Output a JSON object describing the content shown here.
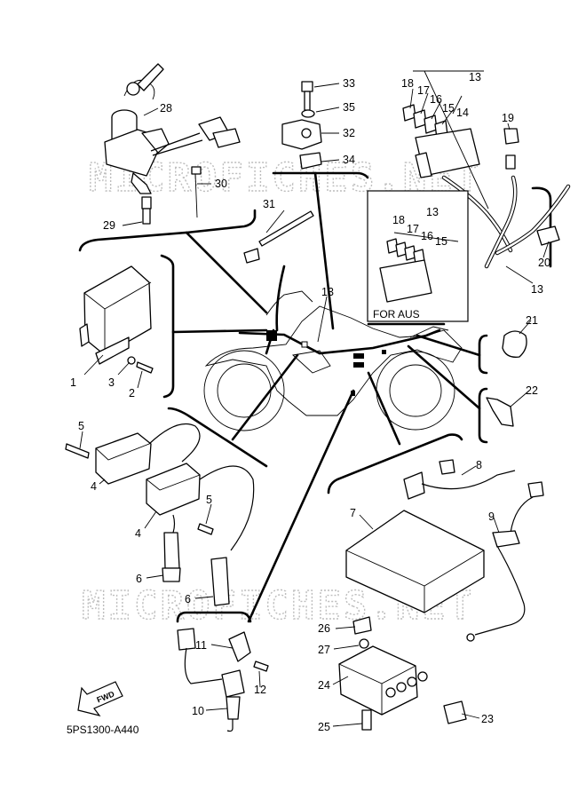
{
  "watermark": "MICROFICHES.NET",
  "diagram_code": "5PS1300-A440",
  "fwd_label": "FWD",
  "aus_label": "FOR AUS",
  "callouts": {
    "c1": "1",
    "c2": "2",
    "c3": "3",
    "c4a": "4",
    "c4b": "4",
    "c5a": "5",
    "c5b": "5",
    "c6a": "6",
    "c6b": "6",
    "c7": "7",
    "c8": "8",
    "c9": "9",
    "c10": "10",
    "c11": "11",
    "c12": "12",
    "c13a": "13",
    "c13b": "13",
    "c13c": "13",
    "c13d": "13",
    "c14": "14",
    "c15a": "15",
    "c15b": "15",
    "c16a": "16",
    "c16b": "16",
    "c17a": "17",
    "c17b": "17",
    "c18a": "18",
    "c18b": "18",
    "c19": "19",
    "c20": "20",
    "c21": "21",
    "c22": "22",
    "c23": "23",
    "c24": "24",
    "c25": "25",
    "c26": "26",
    "c27": "27",
    "c28": "28",
    "c29": "29",
    "c30": "30",
    "c31": "31",
    "c32": "32",
    "c33": "33",
    "c34": "34",
    "c35": "35"
  }
}
